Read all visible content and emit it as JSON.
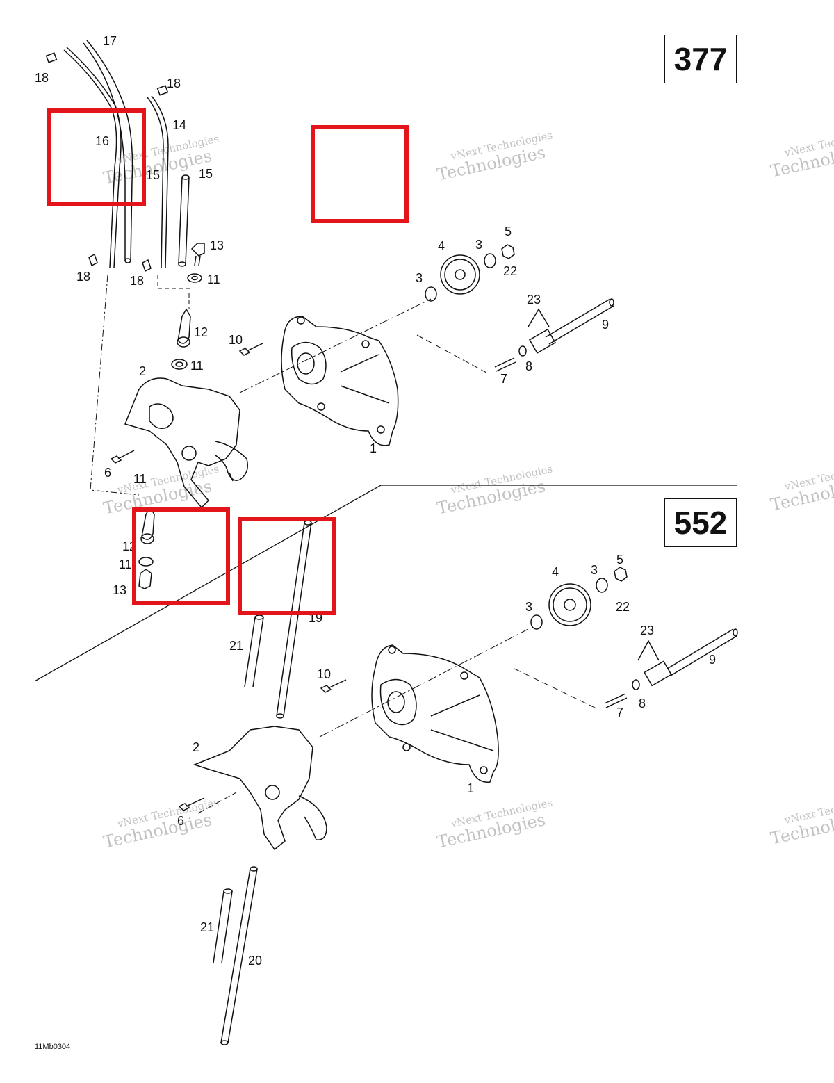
{
  "model_labels": [
    "377",
    "552"
  ],
  "drawing_code": "11Mb0304",
  "watermark": {
    "line1": "vNext Technologies",
    "line2": "Technologies"
  },
  "top_section": {
    "callouts": [
      "17",
      "18",
      "18",
      "16",
      "14",
      "15",
      "15",
      "13",
      "18",
      "18",
      "11",
      "12",
      "11",
      "10",
      "2",
      "6",
      "11",
      "4",
      "3",
      "5",
      "22",
      "3",
      "23",
      "9",
      "8",
      "7",
      "1"
    ]
  },
  "bottom_section": {
    "callouts": [
      "12",
      "11",
      "13",
      "19",
      "21",
      "10",
      "2",
      "6",
      "4",
      "3",
      "5",
      "22",
      "3",
      "23",
      "9",
      "8",
      "7",
      "1",
      "21",
      "20"
    ]
  },
  "highlight_boxes": [
    "highlight-1",
    "highlight-2",
    "highlight-3",
    "highlight-4"
  ],
  "colors": {
    "highlight": "#e4141b",
    "line": "#111111",
    "watermark": "#b8b8b8"
  }
}
